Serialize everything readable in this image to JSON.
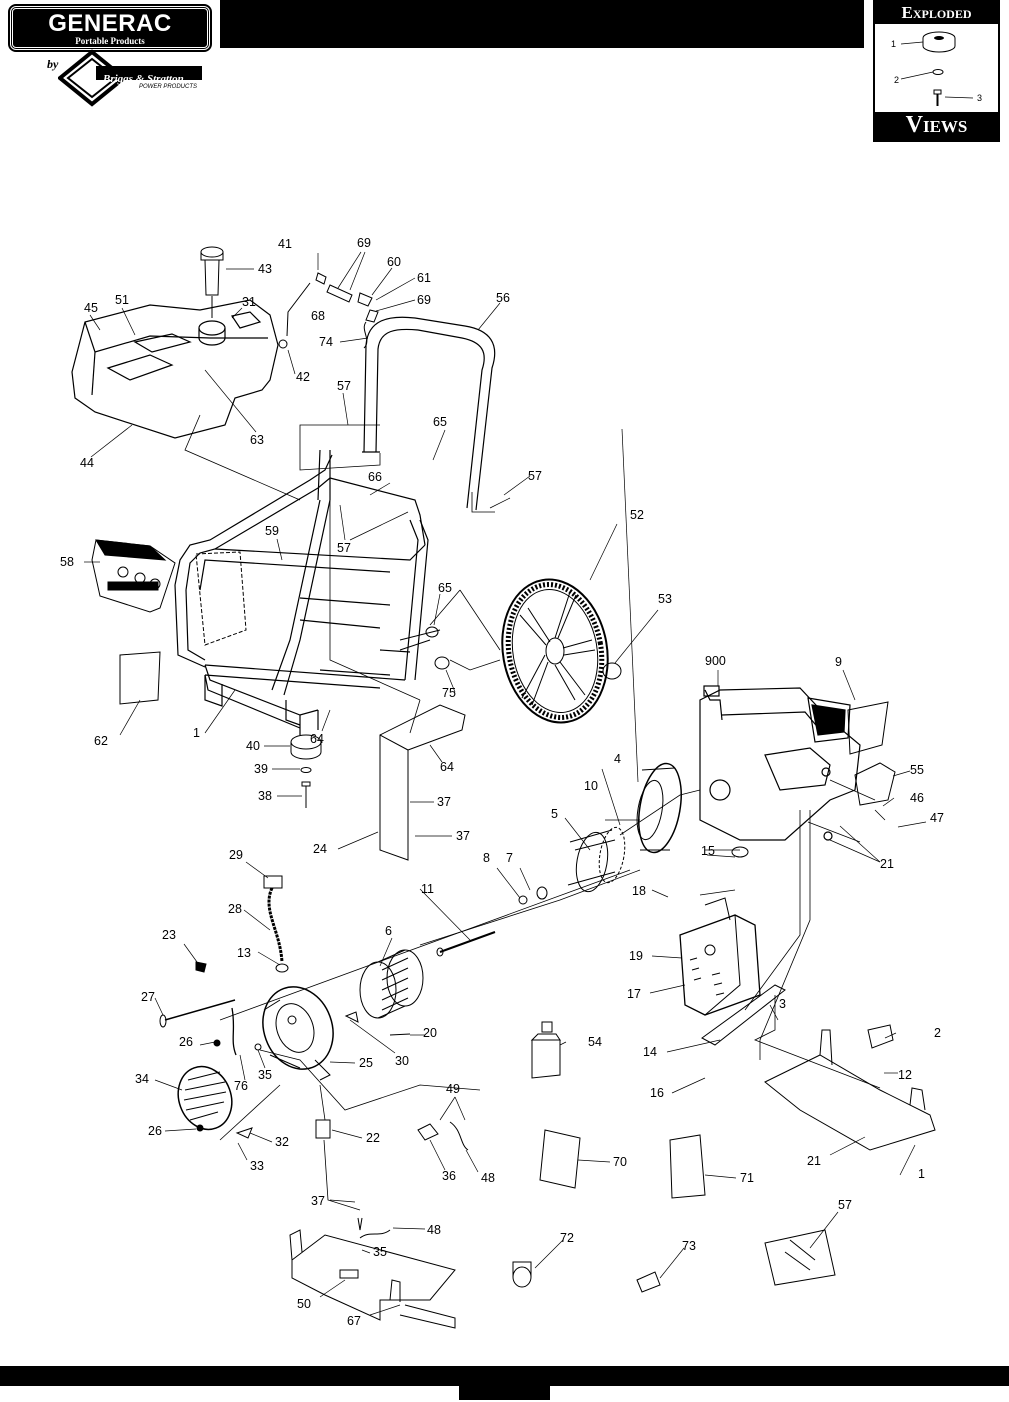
{
  "header": {
    "brand": "GENERAC",
    "brand_sub": "Portable Products",
    "by": "by",
    "partner": "Briggs & Stratton",
    "partner_sub": "POWER PRODUCTS",
    "badge_top": "Exploded",
    "badge_bottom": "Views",
    "badge_labels": [
      "1",
      "2",
      "3"
    ]
  },
  "labels": {
    "l1": "1",
    "l1b": "1",
    "l2": "2",
    "l3": "3",
    "l4": "4",
    "l5": "5",
    "l6": "6",
    "l7": "7",
    "l8": "8",
    "l9": "9",
    "l10": "10",
    "l11": "11",
    "l12": "12",
    "l13": "13",
    "l14": "14",
    "l15": "15",
    "l16": "16",
    "l17": "17",
    "l18": "18",
    "l19": "19",
    "l20": "20",
    "l21": "21",
    "l21b": "21",
    "l22": "22",
    "l23": "23",
    "l24": "24",
    "l25": "25",
    "l26": "26",
    "l26b": "26",
    "l27": "27",
    "l28": "28",
    "l29": "29",
    "l30": "30",
    "l31": "31",
    "l32": "32",
    "l33": "33",
    "l34": "34",
    "l35": "35",
    "l35b": "35",
    "l36": "36",
    "l37a": "37",
    "l37b": "37",
    "l37c": "37",
    "l38": "38",
    "l39": "39",
    "l40": "40",
    "l41": "41",
    "l42": "42",
    "l43": "43",
    "l44": "44",
    "l45": "45",
    "l46": "46",
    "l47": "47",
    "l48": "48",
    "l48b": "48",
    "l49": "49",
    "l50": "50",
    "l51": "51",
    "l52": "52",
    "l53": "53",
    "l54": "54",
    "l55": "55",
    "l56": "56",
    "l57a": "57",
    "l57b": "57",
    "l57c": "57",
    "l57d": "57",
    "l58": "58",
    "l59": "59",
    "l60": "60",
    "l61": "61",
    "l62": "62",
    "l63": "63",
    "l64a": "64",
    "l64b": "64",
    "l65a": "65",
    "l65b": "65",
    "l66": "66",
    "l67": "67",
    "l68": "68",
    "l69a": "69",
    "l69b": "69",
    "l70": "70",
    "l71": "71",
    "l72": "72",
    "l73": "73",
    "l74": "74",
    "l75": "75",
    "l76": "76",
    "l900": "900"
  }
}
